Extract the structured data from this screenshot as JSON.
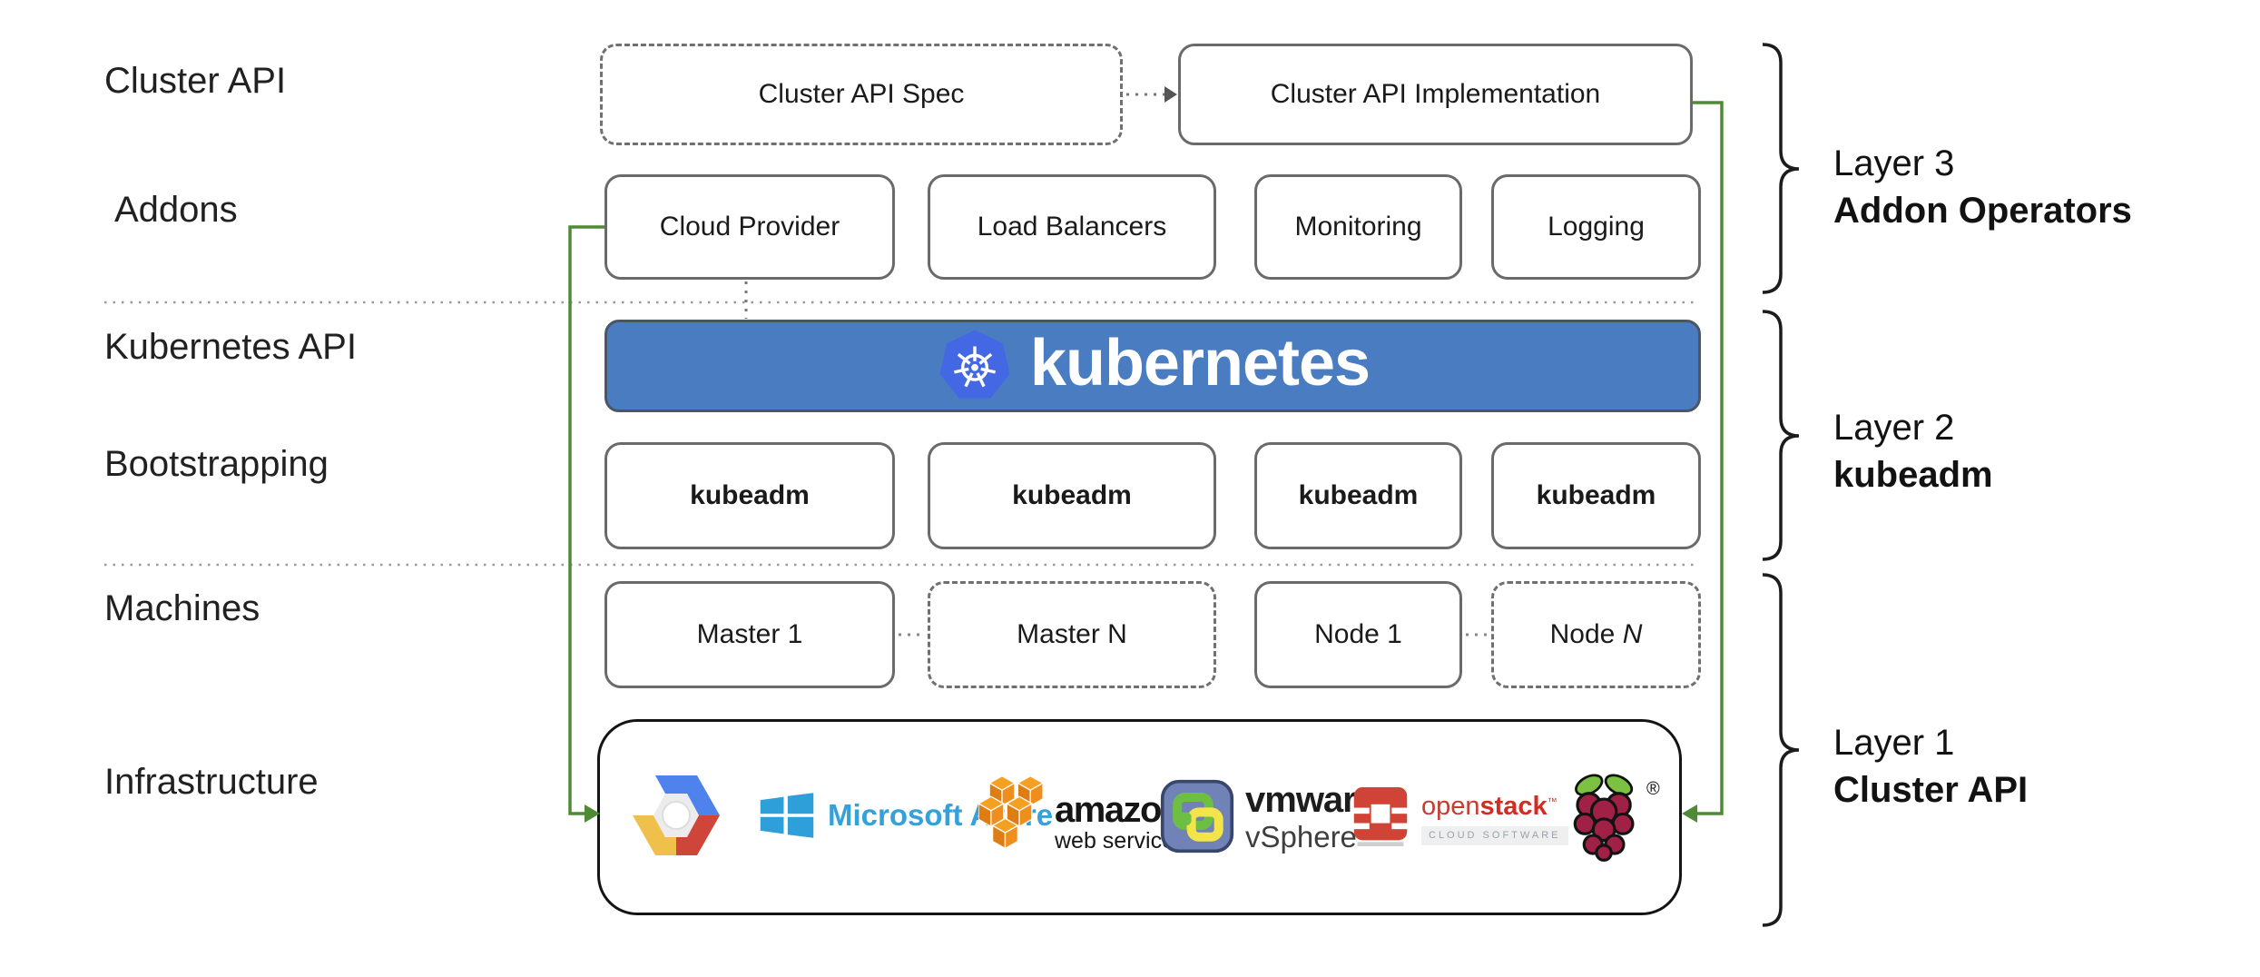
{
  "left_labels": {
    "cluster_api": "Cluster API",
    "addons": "Addons",
    "kubernetes_api": "Kubernetes API",
    "bootstrapping": "Bootstrapping",
    "machines": "Machines",
    "infrastructure": "Infrastructure"
  },
  "top_row": {
    "spec_label": "Cluster API Spec",
    "impl_label": "Cluster API Implementation"
  },
  "addons_row": {
    "cloud_provider": "Cloud Provider",
    "load_balancers": "Load Balancers",
    "monitoring": "Monitoring",
    "logging": "Logging"
  },
  "kubernetes_banner": {
    "wordmark": "kubernetes",
    "logo": "kubernetes-wheel-icon"
  },
  "bootstrapping_row": {
    "b1": "kubeadm",
    "b2": "kubeadm",
    "b3": "kubeadm",
    "b4": "kubeadm"
  },
  "machines_row": {
    "master1": "Master 1",
    "masterN": "Master N",
    "node1": "Node 1",
    "nodeN_prefix": "Node ",
    "nodeN_suffix": "N"
  },
  "infrastructure_row": {
    "gcp_name": "Google Cloud Platform",
    "azure_label": "Microsoft Azure",
    "aws_label1": "amazon",
    "aws_label2": "web services",
    "vmware_label1": "vmware",
    "vmware_reg": "®",
    "vmware_label2": "vSphere",
    "openstack_label1": "open",
    "openstack_label2": "stack",
    "openstack_tm": "™",
    "openstack_sub": "CLOUD SOFTWARE",
    "raspberry_name": "Raspberry Pi",
    "registered_mark": "®"
  },
  "layer_brackets": {
    "layer3": {
      "line1": "Layer 3",
      "line2": "Addon Operators"
    },
    "layer2": {
      "line1": "Layer 2",
      "line2": "kubeadm"
    },
    "layer1": {
      "line1": "Layer 1",
      "line2": "Cluster API"
    }
  },
  "colors": {
    "banner_blue": "#4a7cc1",
    "k8s_logo_blue": "#4468e4",
    "connector_green": "#4f8b35",
    "box_border_gray": "#6a6a6a",
    "azure_blue": "#35a0da",
    "aws_orange": "#ef8e1c",
    "openstack_red": "#c9302c",
    "raspberry_crimson": "#a02046",
    "leaf_green": "#7dc142"
  }
}
